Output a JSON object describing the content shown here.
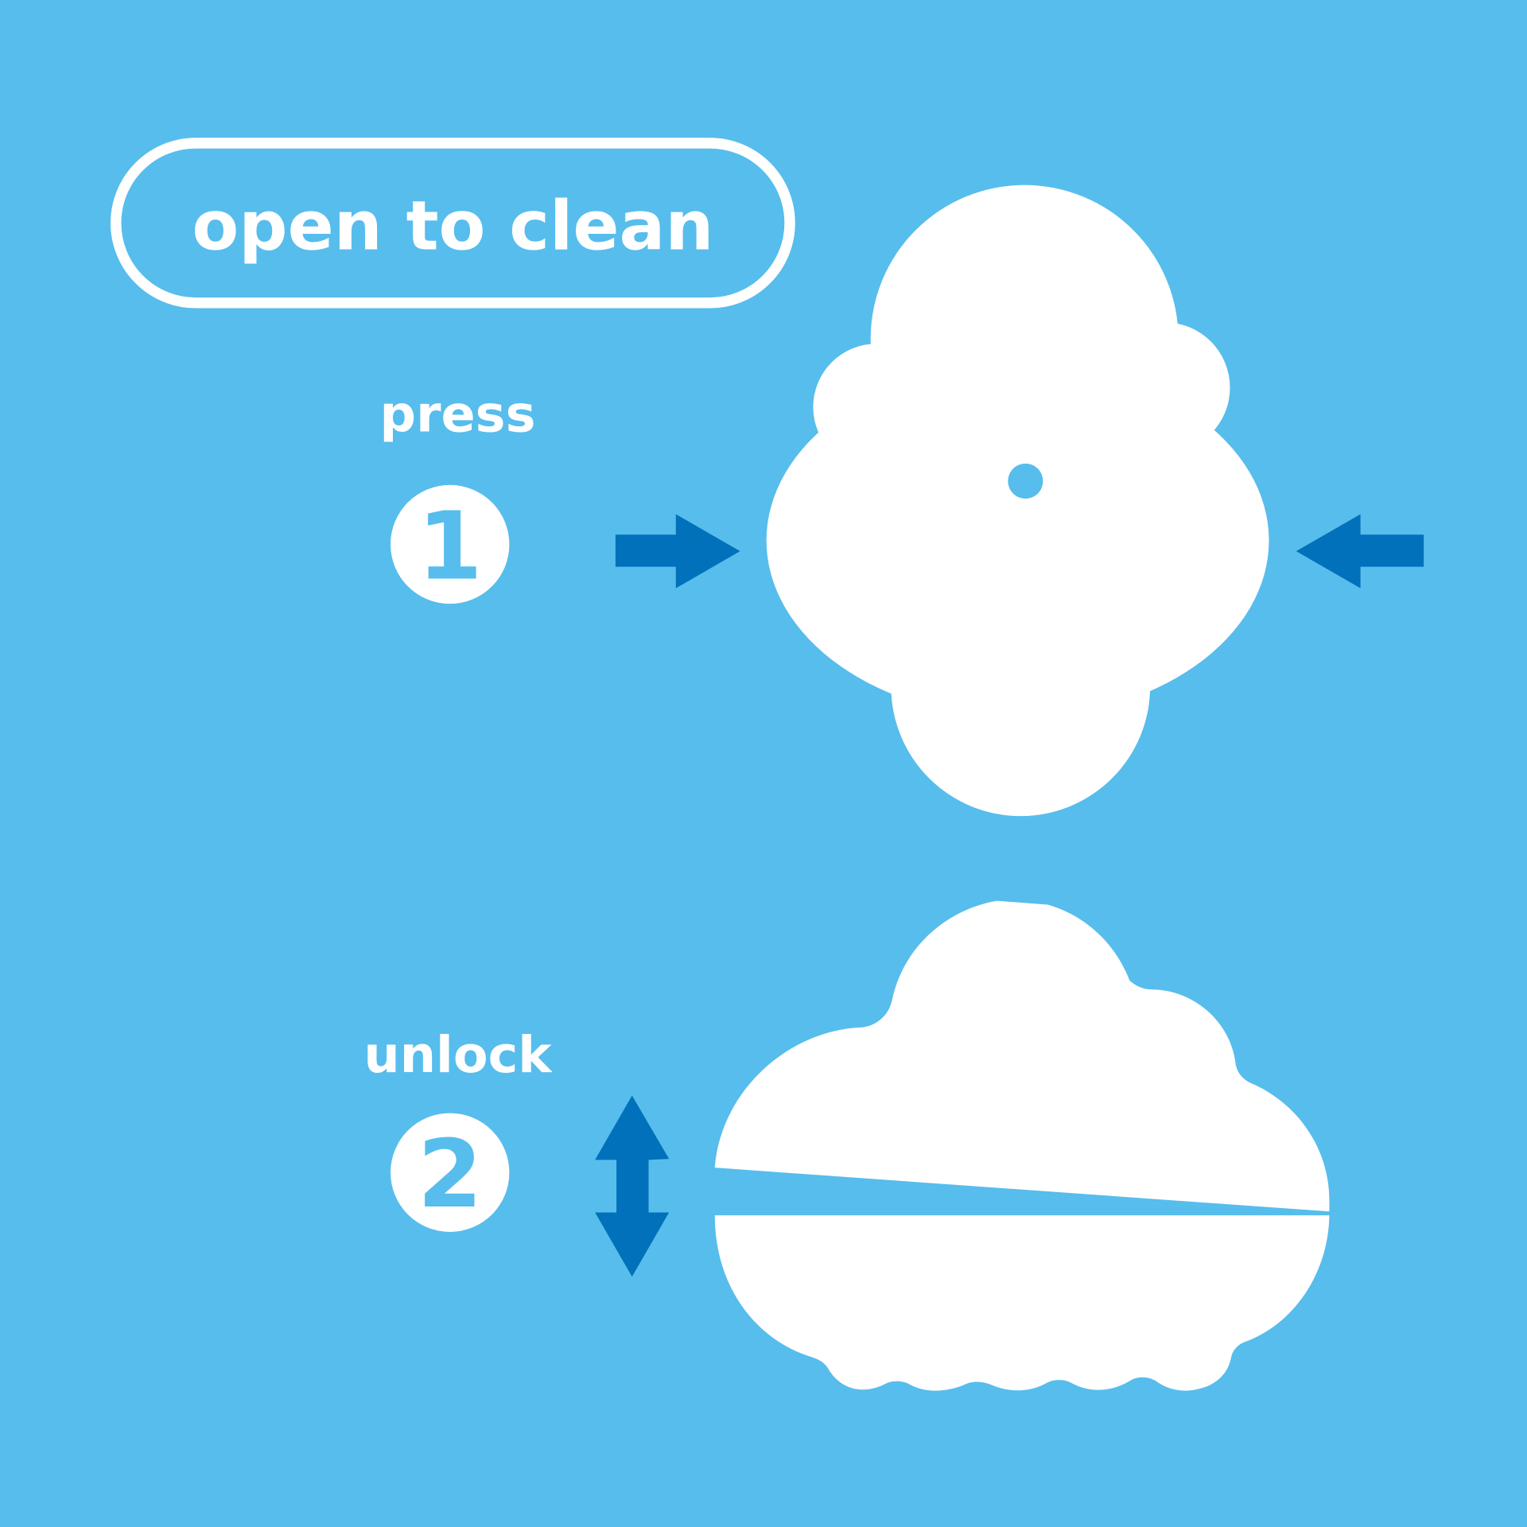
{
  "title": "open to clean",
  "steps": [
    {
      "number": "1",
      "label": "press"
    },
    {
      "number": "2",
      "label": "unlock"
    }
  ],
  "colors": {
    "background": "#57bdec",
    "arrow": "#0071ba",
    "shape": "#ffffff"
  },
  "icons": [
    "press-arrow-right-icon",
    "press-arrow-left-icon",
    "unlock-double-arrow-icon"
  ]
}
